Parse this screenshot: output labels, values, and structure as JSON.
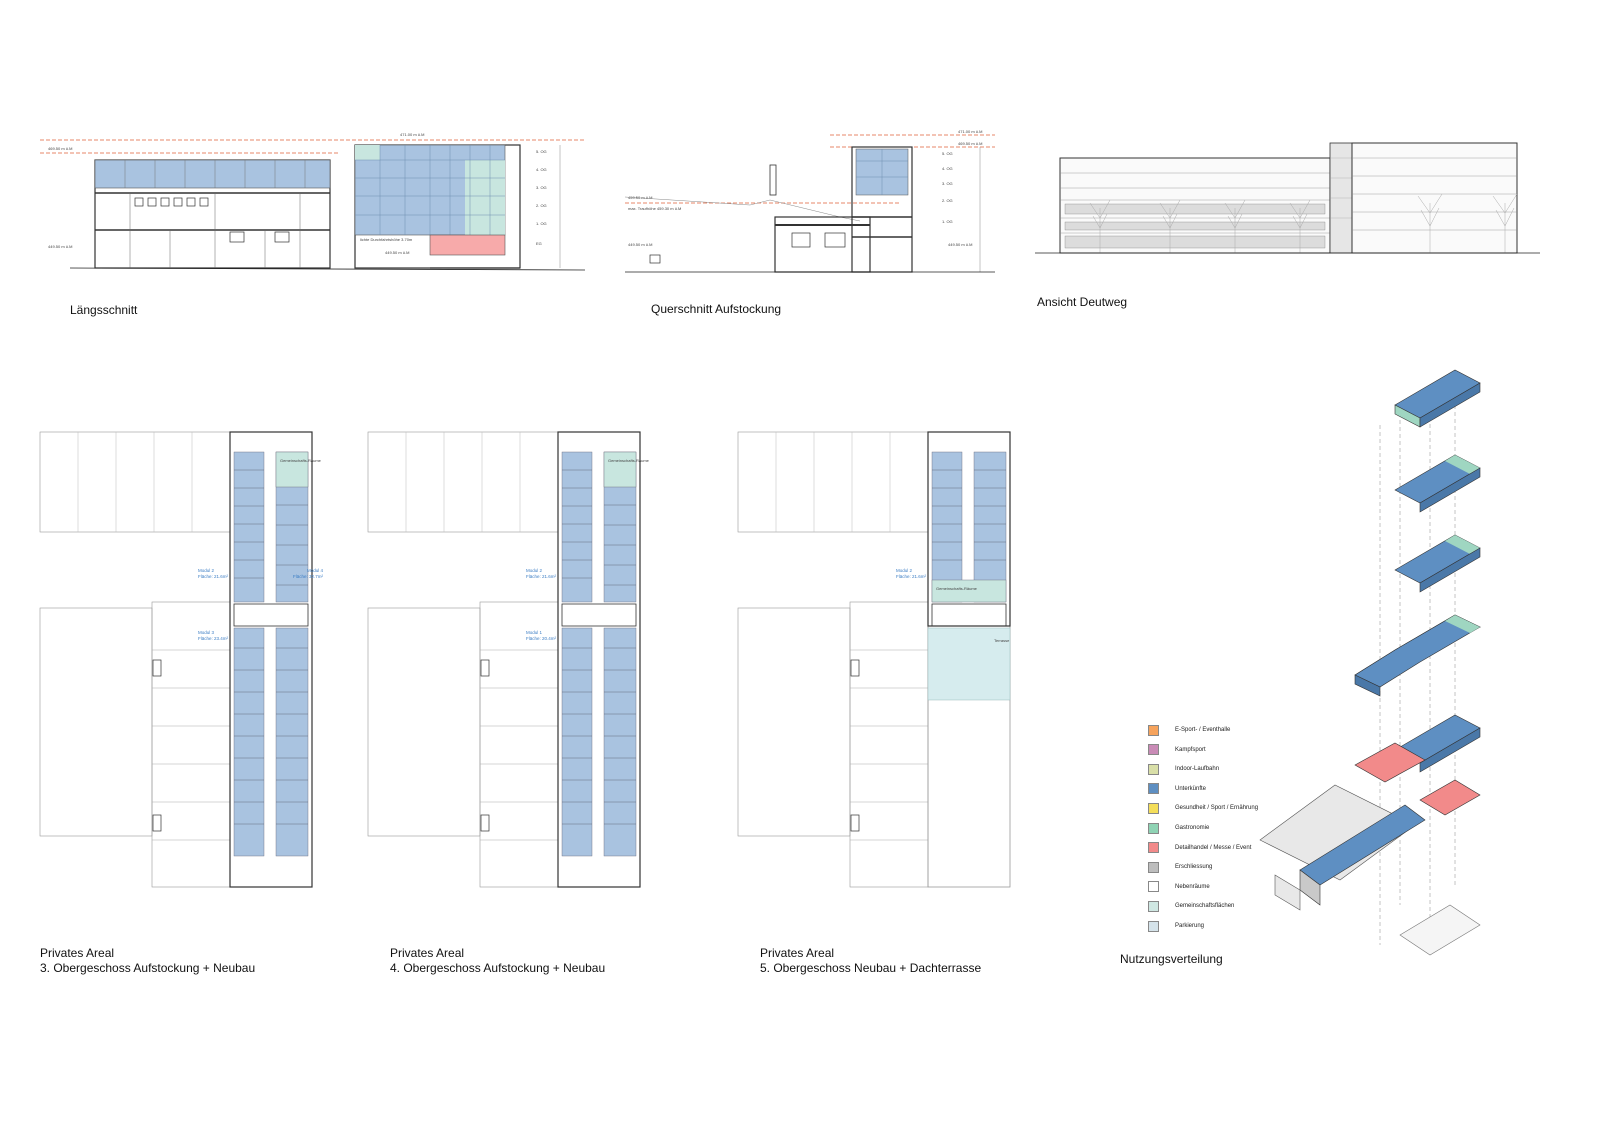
{
  "captions": {
    "laengsschnitt": "Längsschnitt",
    "querschnitt": "Querschnitt Aufstockung",
    "ansicht": "Ansicht Deutweg",
    "plan3_line1": "Privates Areal",
    "plan3_line2": "3. Obergeschoss Aufstockung + Neubau",
    "plan4_line1": "Privates Areal",
    "plan4_line2": "4. Obergeschoss Aufstockung  + Neubau",
    "plan5_line1": "Privates Areal",
    "plan5_line2": "5. Obergeschoss Neubau + Dachterrasse",
    "nutzung": "Nutzungsverteilung"
  },
  "section_labels": {
    "lang_top": "471.00 m ü.M",
    "lang_left_top": "469.50 m ü.M",
    "lang_left_bottom": "449.50 m ü.M",
    "lang_right_bottom": "449.50 m ü.M",
    "lang_note": "lichte Durchfahrtshöhe 3.70m",
    "quer_top": "471.00 m ü.M",
    "quer_mid": "469.50 m ü.M",
    "quer_left": "459.50 m ü.M",
    "quer_left2": "max. Traufhöhe 459.30 m ü.M",
    "quer_bottom_left": "449.50 m ü.M",
    "quer_bottom_right": "449.50 m ü.M",
    "floors": [
      "5. OG",
      "4. OG",
      "3. OG",
      "2. OG",
      "1. OG",
      "EG"
    ]
  },
  "plan_labels": {
    "p3_modul2": "Modul 2",
    "p3_modul2_area": "Fläche: 21.6m²",
    "p3_modul4": "Modul 4",
    "p3_modul4_area": "Fläche: 32.7m²",
    "p3_modul3": "Modul 3",
    "p3_modul3_area": "Fläche: 23.4m²",
    "p4_modul2": "Modul 2",
    "p4_modul2_area": "Fläche: 21.6m²",
    "p4_modul1": "Modul 1",
    "p4_modul1_area": "Fläche: 20.4m²",
    "p5_modul2": "Modul 2",
    "p5_modul2_area": "Fläche: 21.6m²",
    "gemeinschaft": "Gemeinschafts-Räume",
    "terrasse": "Terrasse"
  },
  "legend": [
    {
      "label": "E-Sport- / Eventhalle",
      "color": "#f6a35c"
    },
    {
      "label": "Kampfsport",
      "color": "#c98bb6"
    },
    {
      "label": "Indoor-Laufbahn",
      "color": "#d9dfa8"
    },
    {
      "label": "Unterkünfte",
      "color": "#5e8fc2"
    },
    {
      "label": "Gesundheit / Sport / Ernährung",
      "color": "#f4de5a"
    },
    {
      "label": "Gastronomie",
      "color": "#8fd3b4"
    },
    {
      "label": "Detailhandel / Messe / Event",
      "color": "#f28a8a"
    },
    {
      "label": "Erschliessung",
      "color": "#bdbdbd"
    },
    {
      "label": "Nebenräume",
      "color": "#ffffff"
    },
    {
      "label": "Gemeinschaftsflächen",
      "color": "#cfe7e2"
    },
    {
      "label": "Parkierung",
      "color": "#d5e3ea"
    }
  ],
  "colors": {
    "unterkuenfte": "#a9c3e0",
    "gemeinschaft": "#c8e6df",
    "detailhandel": "#f7aaaa",
    "axon_blue": "#5e8fc2",
    "axon_red": "#f28a8a",
    "axon_grey": "#c9c9c9",
    "axon_green": "#9fd6c1",
    "line": "#555555",
    "height_line": "#e0603a"
  }
}
